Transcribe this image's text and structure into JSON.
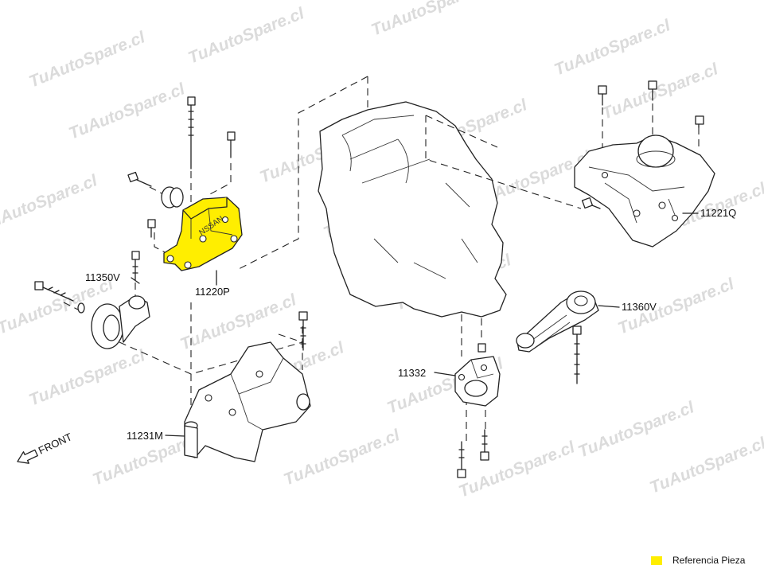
{
  "watermark": "TuAutoSpare.cl",
  "colors": {
    "highlight": "#ffee00",
    "line": "#222222"
  },
  "parts": {
    "engine_mount_right": "11220P",
    "rear_mount_assy": "11221Q",
    "insulator": "11350V",
    "rear_bracket": "11231M",
    "torque_rod": "11360V",
    "torque_rod_bracket": "11332"
  },
  "front_indicator": "FRONT",
  "legend": {
    "label": "Referencia Pieza"
  }
}
